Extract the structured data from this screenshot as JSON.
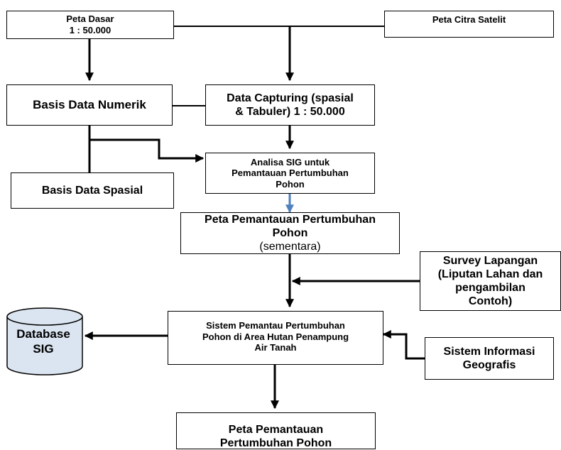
{
  "nodes": {
    "peta_dasar": {
      "line1": "Peta Dasar",
      "line2": "1 : 50.000"
    },
    "peta_citra": {
      "line1": "Peta Citra Satelit"
    },
    "basis_numerik": {
      "line1": "Basis Data Numerik"
    },
    "data_capturing": {
      "line1": "Data Capturing (spasial",
      "line2": "& Tabuler) 1 : 50.000"
    },
    "basis_spasial": {
      "line1": "Basis Data Spasial"
    },
    "analisa_sig": {
      "line1": "Analisa SIG untuk",
      "line2": "Pemantauan Pertumbuhan",
      "line3": "Pohon"
    },
    "peta_pemantauan_sementara": {
      "line1": "Peta Pemantauan Pertumbuhan",
      "line2": "Pohon",
      "line3": "(sementara)"
    },
    "survey": {
      "line1": "Survey Lapangan",
      "line2": "(Liputan Lahan dan",
      "line3": "pengambilan",
      "line4": "Contoh)"
    },
    "sistem_pemantau": {
      "line1": "Sistem Pemantau Pertumbuhan",
      "line2": "Pohon di Area Hutan Penampung",
      "line3": "Air Tanah"
    },
    "sistem_informasi": {
      "line1": "Sistem Informasi",
      "line2": "Geografis"
    },
    "peta_pemantauan_final": {
      "line1": "Peta Pemantauan",
      "line2": "Pertumbuhan Pohon"
    },
    "database": {
      "line1": "Database",
      "line2": "SIG"
    }
  },
  "colors": {
    "line": "#000000",
    "cylinder_fill": "#dbe5f1",
    "highlight_arrow": "#4f81bd"
  }
}
